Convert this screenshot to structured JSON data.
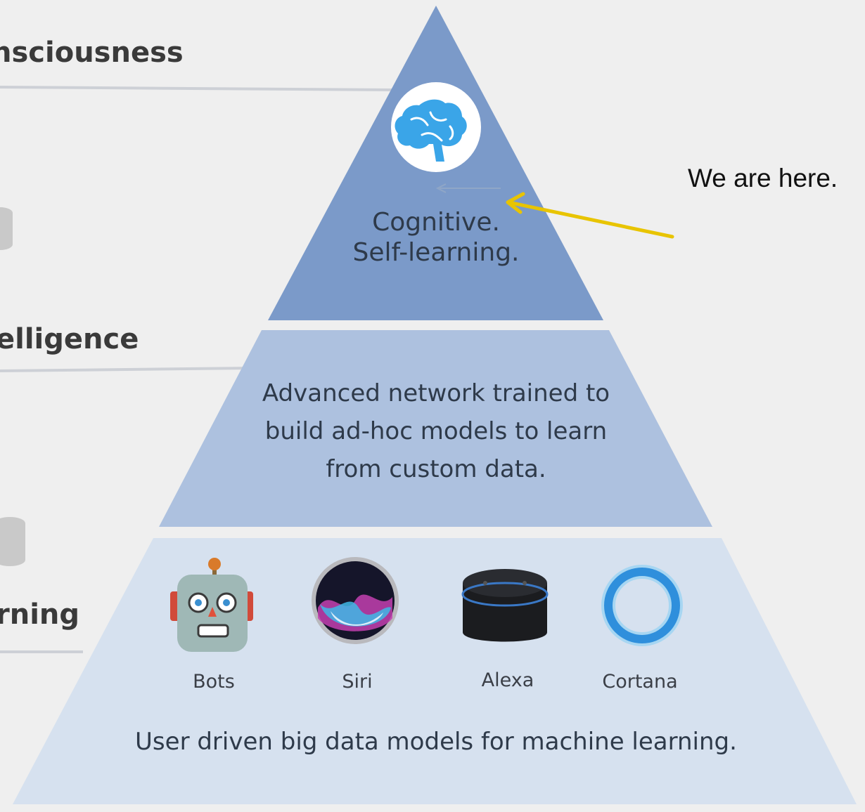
{
  "side_labels": {
    "top": "nsciousness",
    "middle": "elligence",
    "bottom": "rning"
  },
  "tiers": {
    "top": {
      "line1": "Cognitive.",
      "line2": "Self-learning.",
      "icon": "brain-icon"
    },
    "middle": {
      "line1": "Advanced network trained to",
      "line2": "build ad-hoc models to learn",
      "line3": "from custom data."
    },
    "bottom": {
      "caption": "User driven big data models for machine learning.",
      "items": [
        {
          "label": "Bots",
          "icon": "robot-icon"
        },
        {
          "label": "Siri",
          "icon": "siri-icon"
        },
        {
          "label": "Alexa",
          "icon": "echo-dot-icon"
        },
        {
          "label": "Cortana",
          "icon": "cortana-icon"
        }
      ]
    }
  },
  "annotation": {
    "text": "We are here.",
    "arrow_color": "#e8c400"
  },
  "colors": {
    "top_tier": "#7b9ac9",
    "middle_tier": "#adc1df",
    "bottom_tier": "#d6e1ef",
    "background": "#efefef"
  }
}
